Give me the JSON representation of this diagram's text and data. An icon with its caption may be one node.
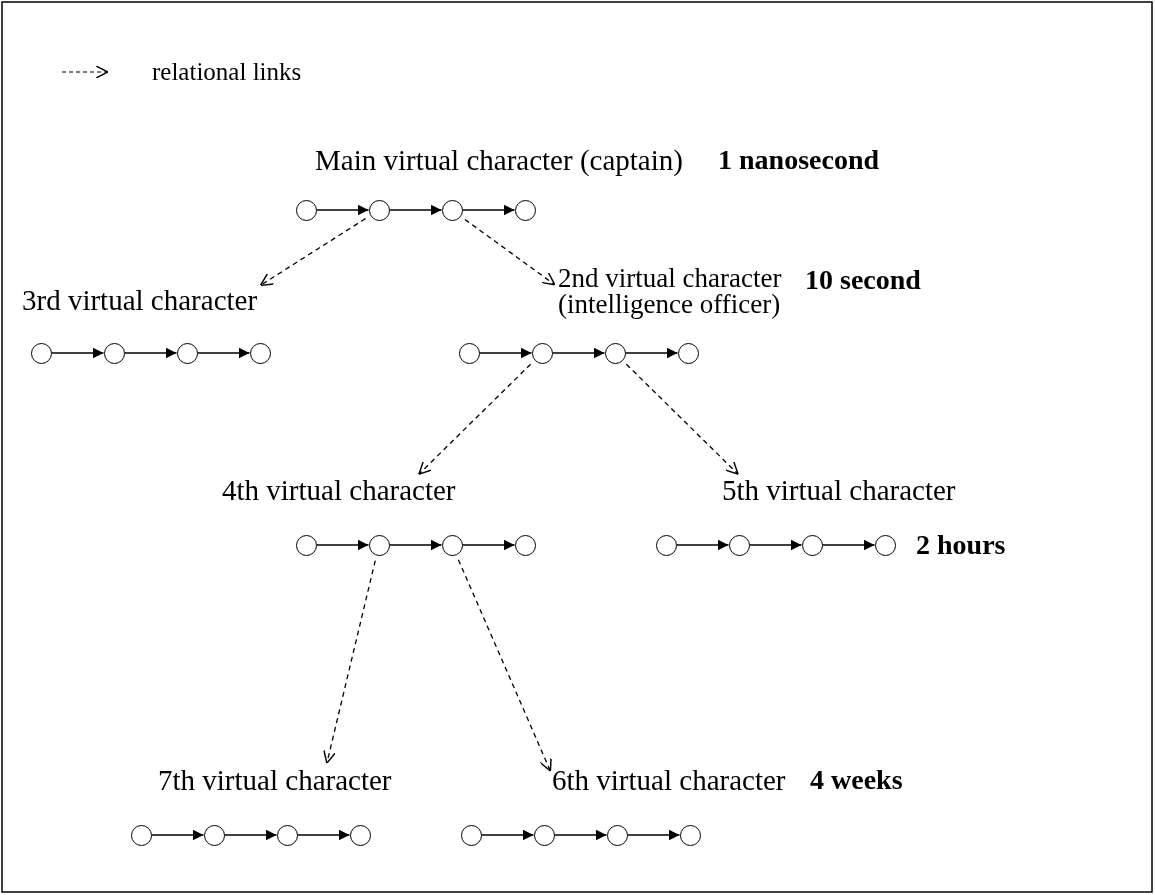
{
  "diagram": {
    "nodes": [
      {
        "text": [
          "Main virtual character (captain)"
        ]
      },
      {
        "text": [],
        "shape": "circle"
      },
      {
        "text": [],
        "shape": "circle"
      },
      {
        "text": [],
        "shape": "circle"
      },
      {
        "text": [],
        "shape": "circle"
      },
      {
        "text": [
          "3rd virtual character"
        ]
      },
      {
        "text": [],
        "shape": "circle"
      },
      {
        "text": [],
        "shape": "circle"
      },
      {
        "text": [],
        "shape": "circle"
      },
      {
        "text": [],
        "shape": "circle"
      },
      {
        "text": [
          "2nd virtual character (intelligence officer)"
        ]
      },
      {
        "text": [],
        "shape": "circle"
      },
      {
        "text": [],
        "shape": "circle"
      },
      {
        "text": [],
        "shape": "circle"
      },
      {
        "text": [],
        "shape": "circle"
      },
      {
        "text": [
          "4th virtual character"
        ]
      },
      {
        "text": [],
        "shape": "circle"
      },
      {
        "text": [],
        "shape": "circle"
      },
      {
        "text": [],
        "shape": "circle"
      },
      {
        "text": [],
        "shape": "circle"
      },
      {
        "text": [
          "5th virtual character"
        ]
      },
      {
        "text": [],
        "shape": "circle"
      },
      {
        "text": [],
        "shape": "circle"
      },
      {
        "text": [],
        "shape": "circle"
      },
      {
        "text": [],
        "shape": "circle"
      },
      {
        "text": [
          "7th virtual character"
        ]
      },
      {
        "text": [],
        "shape": "circle"
      },
      {
        "text": [],
        "shape": "circle"
      },
      {
        "text": [],
        "shape": "circle"
      },
      {
        "text": [],
        "shape": "circle"
      },
      {
        "text": [
          "6th virtual character"
        ]
      },
      {
        "text": [],
        "shape": "circle"
      },
      {
        "text": [],
        "shape": "circle"
      },
      {
        "text": [],
        "shape": "circle"
      },
      {
        "text": [],
        "shape": "circle"
      }
    ],
    "edges": [
      {
        "from": 1,
        "to": 2,
        "arrow": "to"
      },
      {
        "from": 2,
        "to": 3,
        "arrow": "to"
      },
      {
        "from": 3,
        "to": 4,
        "arrow": "to"
      },
      {
        "from": 6,
        "to": 7,
        "arrow": "to"
      },
      {
        "from": 7,
        "to": 8,
        "arrow": "to"
      },
      {
        "from": 8,
        "to": 9,
        "arrow": "to"
      },
      {
        "from": 11,
        "to": 12,
        "arrow": "to"
      },
      {
        "from": 12,
        "to": 13,
        "arrow": "to"
      },
      {
        "from": 13,
        "to": 14,
        "arrow": "to"
      },
      {
        "from": 16,
        "to": 17,
        "arrow": "to"
      },
      {
        "from": 17,
        "to": 18,
        "arrow": "to"
      },
      {
        "from": 18,
        "to": 19,
        "arrow": "to"
      },
      {
        "from": 21,
        "to": 22,
        "arrow": "to"
      },
      {
        "from": 22,
        "to": 23,
        "arrow": "to"
      },
      {
        "from": 23,
        "to": 24,
        "arrow": "to"
      },
      {
        "from": 26,
        "to": 27,
        "arrow": "to"
      },
      {
        "from": 27,
        "to": 28,
        "arrow": "to"
      },
      {
        "from": 28,
        "to": 29,
        "arrow": "to"
      },
      {
        "from": 31,
        "to": 32,
        "arrow": "to"
      },
      {
        "from": 32,
        "to": 33,
        "arrow": "to"
      },
      {
        "from": 33,
        "to": 34,
        "arrow": "to"
      },
      {
        "from": 2,
        "to": 5,
        "arrow": "to",
        "style": "dashed"
      },
      {
        "from": 3,
        "to": 10,
        "arrow": "to",
        "style": "dashed"
      },
      {
        "from": 12,
        "to": 15,
        "arrow": "to",
        "style": "dashed"
      },
      {
        "from": 13,
        "to": 20,
        "arrow": "to",
        "style": "dashed"
      },
      {
        "from": 17,
        "to": 25,
        "arrow": "to",
        "style": "dashed"
      },
      {
        "from": 18,
        "to": 30,
        "arrow": "to",
        "style": "dashed"
      }
    ],
    "labels": [
      "1 nanosecond",
      "10 second",
      "2 hours",
      "4 weeks"
    ],
    "legend": [
      {
        "text": "relational links"
      }
    ]
  }
}
